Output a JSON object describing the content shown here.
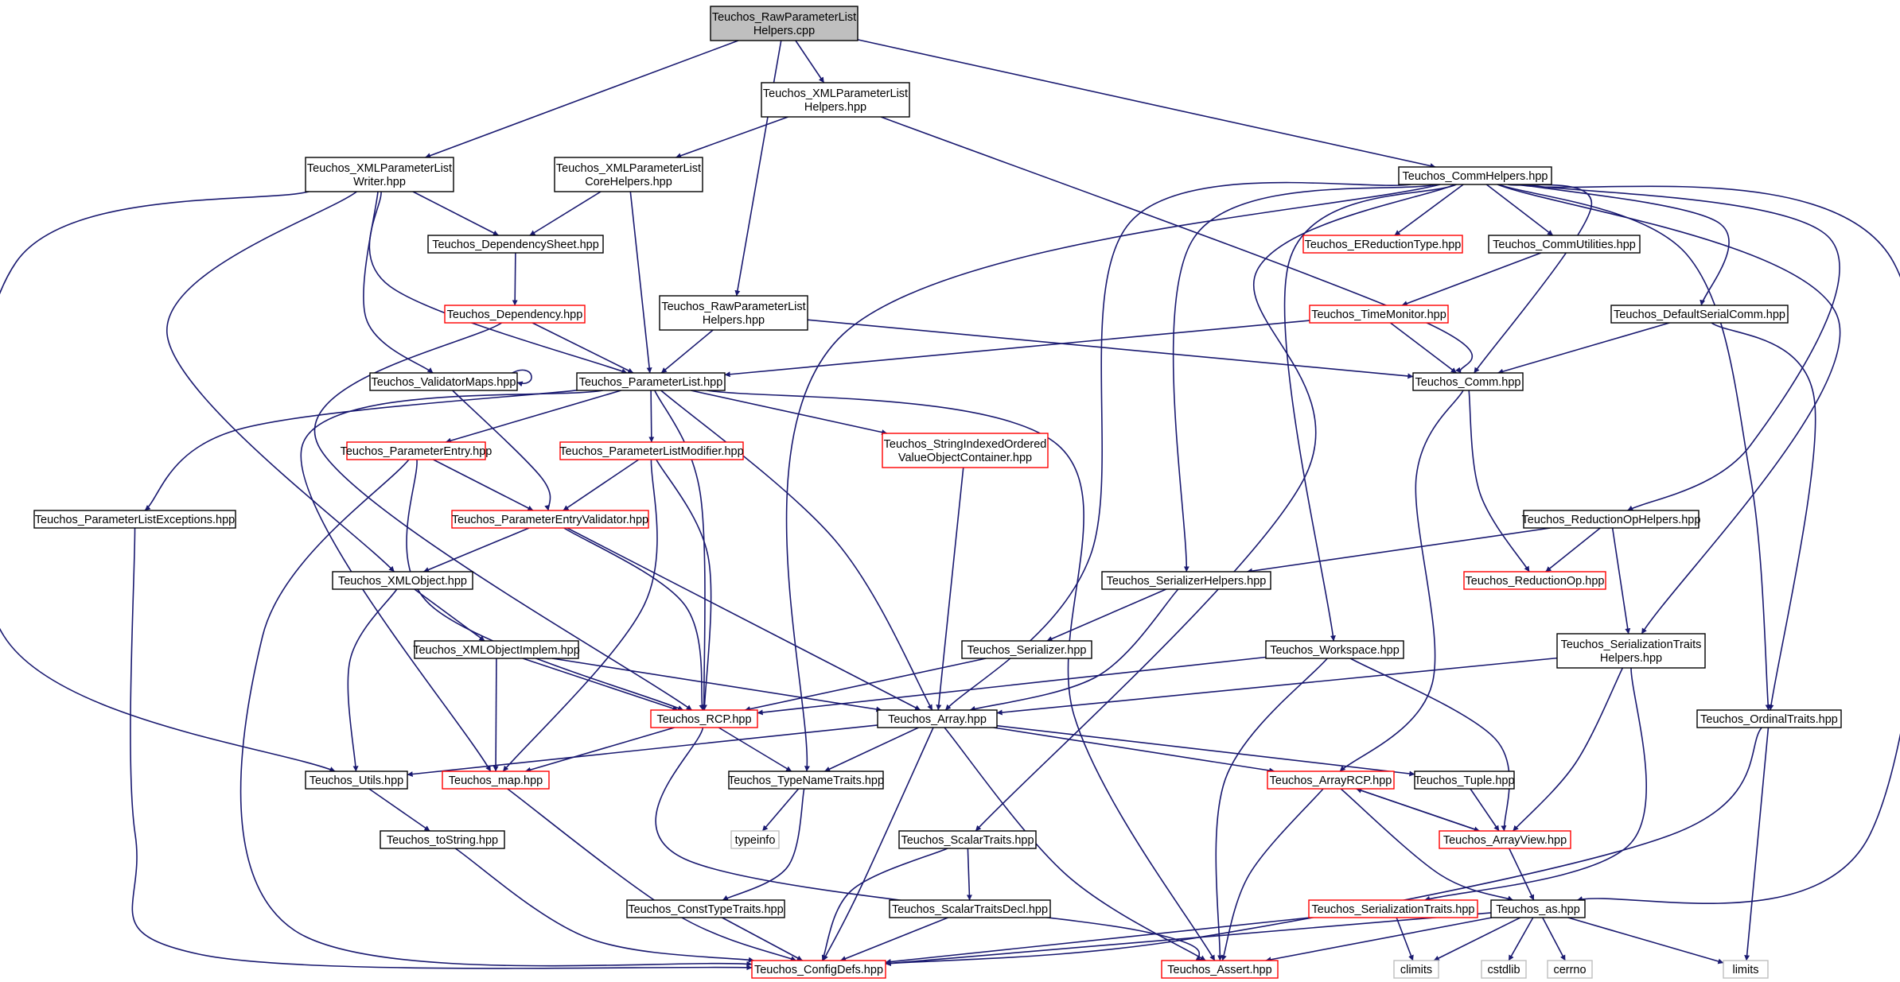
{
  "colors": {
    "edge": "#191970",
    "root_fill": "#bfbfbf",
    "node_border": "#000000",
    "incomplete_border": "#ff0000",
    "system_border": "#bfbfbf",
    "system_text": "#7f7f7f"
  },
  "nodes": [
    {
      "id": "root",
      "lines": [
        "Teuchos_RawParameterList",
        "Helpers.cpp"
      ],
      "style": "root"
    },
    {
      "id": "xmlplh",
      "lines": [
        "Teuchos_XMLParameterList",
        "Helpers.hpp"
      ],
      "style": "normal"
    },
    {
      "id": "xmlplw",
      "lines": [
        "Teuchos_XMLParameterList",
        "Writer.hpp"
      ],
      "style": "normal"
    },
    {
      "id": "xmlplch",
      "lines": [
        "Teuchos_XMLParameterList",
        "CoreHelpers.hpp"
      ],
      "style": "normal"
    },
    {
      "id": "commhelpers",
      "lines": [
        "Teuchos_CommHelpers.hpp"
      ],
      "style": "normal"
    },
    {
      "id": "depsheet",
      "lines": [
        "Teuchos_DependencySheet.hpp"
      ],
      "style": "normal"
    },
    {
      "id": "ereduction",
      "lines": [
        "Teuchos_EReductionType.hpp"
      ],
      "style": "red"
    },
    {
      "id": "commutil",
      "lines": [
        "Teuchos_CommUtilities.hpp"
      ],
      "style": "normal"
    },
    {
      "id": "dependency",
      "lines": [
        "Teuchos_Dependency.hpp"
      ],
      "style": "red"
    },
    {
      "id": "rawplh",
      "lines": [
        "Teuchos_RawParameterList",
        "Helpers.hpp"
      ],
      "style": "normal"
    },
    {
      "id": "timemonitor",
      "lines": [
        "Teuchos_TimeMonitor.hpp"
      ],
      "style": "red"
    },
    {
      "id": "defserialcomm",
      "lines": [
        "Teuchos_DefaultSerialComm.hpp"
      ],
      "style": "normal"
    },
    {
      "id": "validatormaps",
      "lines": [
        "Teuchos_ValidatorMaps.hpp"
      ],
      "style": "normal"
    },
    {
      "id": "paramlist",
      "lines": [
        "Teuchos_ParameterList.hpp"
      ],
      "style": "normal"
    },
    {
      "id": "comm",
      "lines": [
        "Teuchos_Comm.hpp"
      ],
      "style": "normal"
    },
    {
      "id": "paramentry",
      "lines": [
        "Teuchos_ParameterEntry.hpp"
      ],
      "style": "red"
    },
    {
      "id": "plmodifier",
      "lines": [
        "Teuchos_ParameterListModifier.hpp"
      ],
      "style": "red"
    },
    {
      "id": "stringindexed",
      "lines": [
        "Teuchos_StringIndexedOrdered",
        "ValueObjectContainer.hpp"
      ],
      "style": "red"
    },
    {
      "id": "plexceptions",
      "lines": [
        "Teuchos_ParameterListExceptions.hpp"
      ],
      "style": "normal"
    },
    {
      "id": "pevalidator",
      "lines": [
        "Teuchos_ParameterEntryValidator.hpp"
      ],
      "style": "red"
    },
    {
      "id": "reductionophelpers",
      "lines": [
        "Teuchos_ReductionOpHelpers.hpp"
      ],
      "style": "normal"
    },
    {
      "id": "xmlobject",
      "lines": [
        "Teuchos_XMLObject.hpp"
      ],
      "style": "normal"
    },
    {
      "id": "serializerhelpers",
      "lines": [
        "Teuchos_SerializerHelpers.hpp"
      ],
      "style": "normal"
    },
    {
      "id": "reductionop",
      "lines": [
        "Teuchos_ReductionOp.hpp"
      ],
      "style": "red"
    },
    {
      "id": "xmlobjimpl",
      "lines": [
        "Teuchos_XMLObjectImplem.hpp"
      ],
      "style": "normal"
    },
    {
      "id": "serializer",
      "lines": [
        "Teuchos_Serializer.hpp"
      ],
      "style": "normal"
    },
    {
      "id": "workspace",
      "lines": [
        "Teuchos_Workspace.hpp"
      ],
      "style": "normal"
    },
    {
      "id": "sertraitshelpers",
      "lines": [
        "Teuchos_SerializationTraits",
        "Helpers.hpp"
      ],
      "style": "normal"
    },
    {
      "id": "rcp",
      "lines": [
        "Teuchos_RCP.hpp"
      ],
      "style": "red"
    },
    {
      "id": "array",
      "lines": [
        "Teuchos_Array.hpp"
      ],
      "style": "normal"
    },
    {
      "id": "ordinaltraits",
      "lines": [
        "Teuchos_OrdinalTraits.hpp"
      ],
      "style": "normal"
    },
    {
      "id": "utils",
      "lines": [
        "Teuchos_Utils.hpp"
      ],
      "style": "normal"
    },
    {
      "id": "map",
      "lines": [
        "Teuchos_map.hpp"
      ],
      "style": "red"
    },
    {
      "id": "typenametraits",
      "lines": [
        "Teuchos_TypeNameTraits.hpp"
      ],
      "style": "normal"
    },
    {
      "id": "arrayrcp",
      "lines": [
        "Teuchos_ArrayRCP.hpp"
      ],
      "style": "red"
    },
    {
      "id": "tuple",
      "lines": [
        "Teuchos_Tuple.hpp"
      ],
      "style": "normal"
    },
    {
      "id": "typeinfo",
      "lines": [
        "typeinfo"
      ],
      "style": "gray"
    },
    {
      "id": "tostring",
      "lines": [
        "Teuchos_toString.hpp"
      ],
      "style": "normal"
    },
    {
      "id": "scalartraits",
      "lines": [
        "Teuchos_ScalarTraits.hpp"
      ],
      "style": "normal"
    },
    {
      "id": "arrayview",
      "lines": [
        "Teuchos_ArrayView.hpp"
      ],
      "style": "red"
    },
    {
      "id": "consttypetraits",
      "lines": [
        "Teuchos_ConstTypeTraits.hpp"
      ],
      "style": "normal"
    },
    {
      "id": "scalartraitsdecl",
      "lines": [
        "Teuchos_ScalarTraitsDecl.hpp"
      ],
      "style": "normal"
    },
    {
      "id": "sertraits",
      "lines": [
        "Teuchos_SerializationTraits.hpp"
      ],
      "style": "red"
    },
    {
      "id": "as",
      "lines": [
        "Teuchos_as.hpp"
      ],
      "style": "normal"
    },
    {
      "id": "configdefs",
      "lines": [
        "Teuchos_ConfigDefs.hpp"
      ],
      "style": "red"
    },
    {
      "id": "assert",
      "lines": [
        "Teuchos_Assert.hpp"
      ],
      "style": "red"
    },
    {
      "id": "climits",
      "lines": [
        "climits"
      ],
      "style": "gray"
    },
    {
      "id": "cstdlib",
      "lines": [
        "cstdlib"
      ],
      "style": "gray"
    },
    {
      "id": "cerrno",
      "lines": [
        "cerrno"
      ],
      "style": "gray"
    },
    {
      "id": "limits",
      "lines": [
        "limits"
      ],
      "style": "gray"
    }
  ],
  "edges": [
    [
      "root",
      "xmlplw"
    ],
    [
      "root",
      "xmlplh"
    ],
    [
      "root",
      "rawplh"
    ],
    [
      "root",
      "commhelpers"
    ],
    [
      "xmlplh",
      "xmlplch"
    ],
    [
      "xmlplh",
      "comm"
    ],
    [
      "xmlplw",
      "depsheet"
    ],
    [
      "xmlplw",
      "paramlist"
    ],
    [
      "xmlplw",
      "validatormaps"
    ],
    [
      "xmlplw",
      "xmlobject"
    ],
    [
      "xmlplw",
      "utils"
    ],
    [
      "xmlplch",
      "depsheet"
    ],
    [
      "xmlplch",
      "paramlist"
    ],
    [
      "depsheet",
      "dependency"
    ],
    [
      "dependency",
      "paramlist"
    ],
    [
      "dependency",
      "rcp"
    ],
    [
      "rawplh",
      "paramlist"
    ],
    [
      "rawplh",
      "comm"
    ],
    [
      "validatormaps",
      "validatormaps"
    ],
    [
      "validatormaps",
      "pevalidator"
    ],
    [
      "paramlist",
      "paramentry"
    ],
    [
      "paramlist",
      "plmodifier"
    ],
    [
      "paramlist",
      "stringindexed"
    ],
    [
      "paramlist",
      "plexceptions"
    ],
    [
      "paramlist",
      "rcp"
    ],
    [
      "paramlist",
      "array"
    ],
    [
      "paramlist",
      "map"
    ],
    [
      "paramlist",
      "assert"
    ],
    [
      "paramentry",
      "pevalidator"
    ],
    [
      "paramentry",
      "rcp"
    ],
    [
      "paramentry",
      "configdefs"
    ],
    [
      "plmodifier",
      "pevalidator"
    ],
    [
      "plmodifier",
      "rcp"
    ],
    [
      "plmodifier",
      "map"
    ],
    [
      "pevalidator",
      "xmlobject"
    ],
    [
      "pevalidator",
      "rcp"
    ],
    [
      "pevalidator",
      "array"
    ],
    [
      "stringindexed",
      "array"
    ],
    [
      "plexceptions",
      "configdefs"
    ],
    [
      "xmlobject",
      "xmlobjimpl"
    ],
    [
      "xmlobject",
      "utils"
    ],
    [
      "xmlobjimpl",
      "rcp"
    ],
    [
      "xmlobjimpl",
      "map"
    ],
    [
      "xmlobjimpl",
      "array"
    ],
    [
      "utils",
      "tostring"
    ],
    [
      "tostring",
      "configdefs"
    ],
    [
      "map",
      "configdefs"
    ],
    [
      "rcp",
      "typenametraits"
    ],
    [
      "rcp",
      "map"
    ],
    [
      "rcp",
      "assert"
    ],
    [
      "array",
      "utils"
    ],
    [
      "array",
      "typenametraits"
    ],
    [
      "array",
      "arrayrcp"
    ],
    [
      "array",
      "tuple"
    ],
    [
      "array",
      "configdefs"
    ],
    [
      "array",
      "assert"
    ],
    [
      "typenametraits",
      "typeinfo"
    ],
    [
      "typenametraits",
      "consttypetraits"
    ],
    [
      "consttypetraits",
      "configdefs"
    ],
    [
      "commhelpers",
      "ereduction"
    ],
    [
      "commhelpers",
      "commutil"
    ],
    [
      "commhelpers",
      "comm"
    ],
    [
      "commhelpers",
      "defserialcomm"
    ],
    [
      "commhelpers",
      "reductionophelpers"
    ],
    [
      "commhelpers",
      "serializerhelpers"
    ],
    [
      "commhelpers",
      "workspace"
    ],
    [
      "commhelpers",
      "scalartraits"
    ],
    [
      "commhelpers",
      "typenametraits"
    ],
    [
      "commhelpers",
      "array"
    ],
    [
      "commhelpers",
      "sertraitshelpers"
    ],
    [
      "commhelpers",
      "ordinaltraits"
    ],
    [
      "commhelpers",
      "as"
    ],
    [
      "commutil",
      "timemonitor"
    ],
    [
      "timemonitor",
      "paramlist"
    ],
    [
      "timemonitor",
      "comm"
    ],
    [
      "defserialcomm",
      "comm"
    ],
    [
      "defserialcomm",
      "ordinaltraits"
    ],
    [
      "comm",
      "reductionop"
    ],
    [
      "comm",
      "arrayrcp"
    ],
    [
      "reductionophelpers",
      "reductionop"
    ],
    [
      "reductionophelpers",
      "serializerhelpers"
    ],
    [
      "reductionophelpers",
      "sertraitshelpers"
    ],
    [
      "serializerhelpers",
      "serializer"
    ],
    [
      "serializerhelpers",
      "array"
    ],
    [
      "serializer",
      "rcp"
    ],
    [
      "workspace",
      "rcp"
    ],
    [
      "workspace",
      "arrayview"
    ],
    [
      "workspace",
      "assert"
    ],
    [
      "sertraitshelpers",
      "array"
    ],
    [
      "sertraitshelpers",
      "arrayview"
    ],
    [
      "sertraitshelpers",
      "sertraits"
    ],
    [
      "arrayrcp",
      "arrayview"
    ],
    [
      "arrayrcp",
      "as"
    ],
    [
      "arrayrcp",
      "assert"
    ],
    [
      "arrayview",
      "arrayrcp"
    ],
    [
      "arrayview",
      "as"
    ],
    [
      "tuple",
      "arrayview"
    ],
    [
      "scalartraits",
      "scalartraitsdecl"
    ],
    [
      "scalartraits",
      "configdefs"
    ],
    [
      "scalartraitsdecl",
      "configdefs"
    ],
    [
      "sertraits",
      "climits"
    ],
    [
      "sertraits",
      "configdefs"
    ],
    [
      "ordinaltraits",
      "limits"
    ],
    [
      "ordinaltraits",
      "configdefs"
    ],
    [
      "as",
      "configdefs"
    ],
    [
      "as",
      "assert"
    ],
    [
      "as",
      "climits"
    ],
    [
      "as",
      "cstdlib"
    ],
    [
      "as",
      "cerrno"
    ],
    [
      "as",
      "limits"
    ]
  ]
}
